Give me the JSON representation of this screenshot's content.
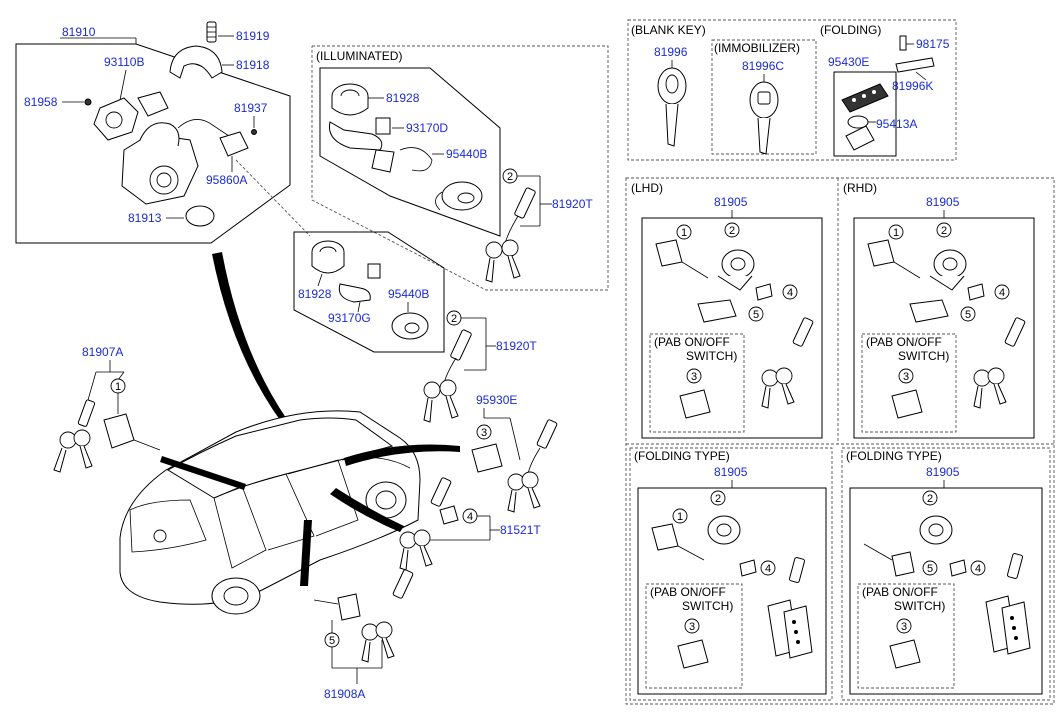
{
  "colors": {
    "part_number": "#1a2bd6",
    "line": "#000000",
    "dash": "#555555"
  },
  "main": {
    "p81910": "81910",
    "p93110B": "93110B",
    "p81958": "81958",
    "p81919": "81919",
    "p81918": "81918",
    "p81937": "81937",
    "p95860A": "95860A",
    "p81913": "81913"
  },
  "illuminated": {
    "title": "(ILLUMINATED)",
    "p81928": "81928",
    "p93170D": "93170D",
    "p95440B": "95440B",
    "p81920T": "81920T"
  },
  "mid": {
    "p81928": "81928",
    "p95440B": "95440B",
    "p93170G": "93170G",
    "p81920T": "81920T"
  },
  "car_area": {
    "p81907A": "81907A",
    "p95930E": "95930E",
    "p81521T": "81521T",
    "p81908A": "81908A",
    "c1": "1",
    "c3": "3",
    "c4": "4",
    "c5": "5"
  },
  "blank_key": {
    "title": "(BLANK KEY)",
    "p81996": "81996"
  },
  "immobilizer": {
    "title": "(IMMOBILIZER)",
    "p81996C": "81996C"
  },
  "folding_top": {
    "title": "(FOLDING)",
    "p98175": "98175",
    "p95430E": "95430E",
    "p81996K": "81996K",
    "p95413A": "95413A"
  },
  "lhd": {
    "title": "(LHD)",
    "p81905": "81905",
    "c1": "1",
    "c2": "2",
    "c3": "3",
    "c4": "4",
    "c5": "5",
    "pab1": "(PAB ON/OFF",
    "pab2": "SWITCH)"
  },
  "rhd": {
    "title": "(RHD)",
    "p81905": "81905",
    "c1": "1",
    "c2": "2",
    "c3": "3",
    "c4": "4",
    "c5": "5",
    "pab1": "(PAB ON/OFF",
    "pab2": "SWITCH)"
  },
  "fold_l": {
    "title": "(FOLDING TYPE)",
    "p81905": "81905",
    "c1": "1",
    "c2": "2",
    "c3": "3",
    "c4": "4",
    "pab1": "(PAB ON/OFF",
    "pab2": "SWITCH)"
  },
  "fold_r": {
    "title": "(FOLDING TYPE)",
    "p81905": "81905",
    "c2": "2",
    "c3": "3",
    "c4": "4",
    "c5": "5",
    "pab1": "(PAB ON/OFF",
    "pab2": "SWITCH)"
  }
}
